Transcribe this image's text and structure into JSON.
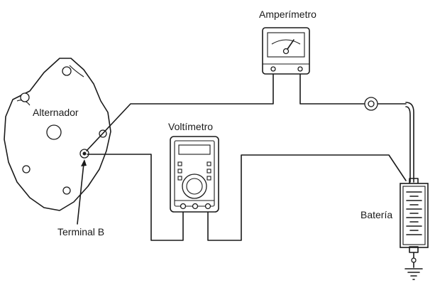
{
  "labels": {
    "ammeter": "Amperímetro",
    "alternator": "Alternador",
    "voltmeter": "Voltímetro",
    "terminal_b": "Terminal B",
    "battery": "Batería"
  }
}
